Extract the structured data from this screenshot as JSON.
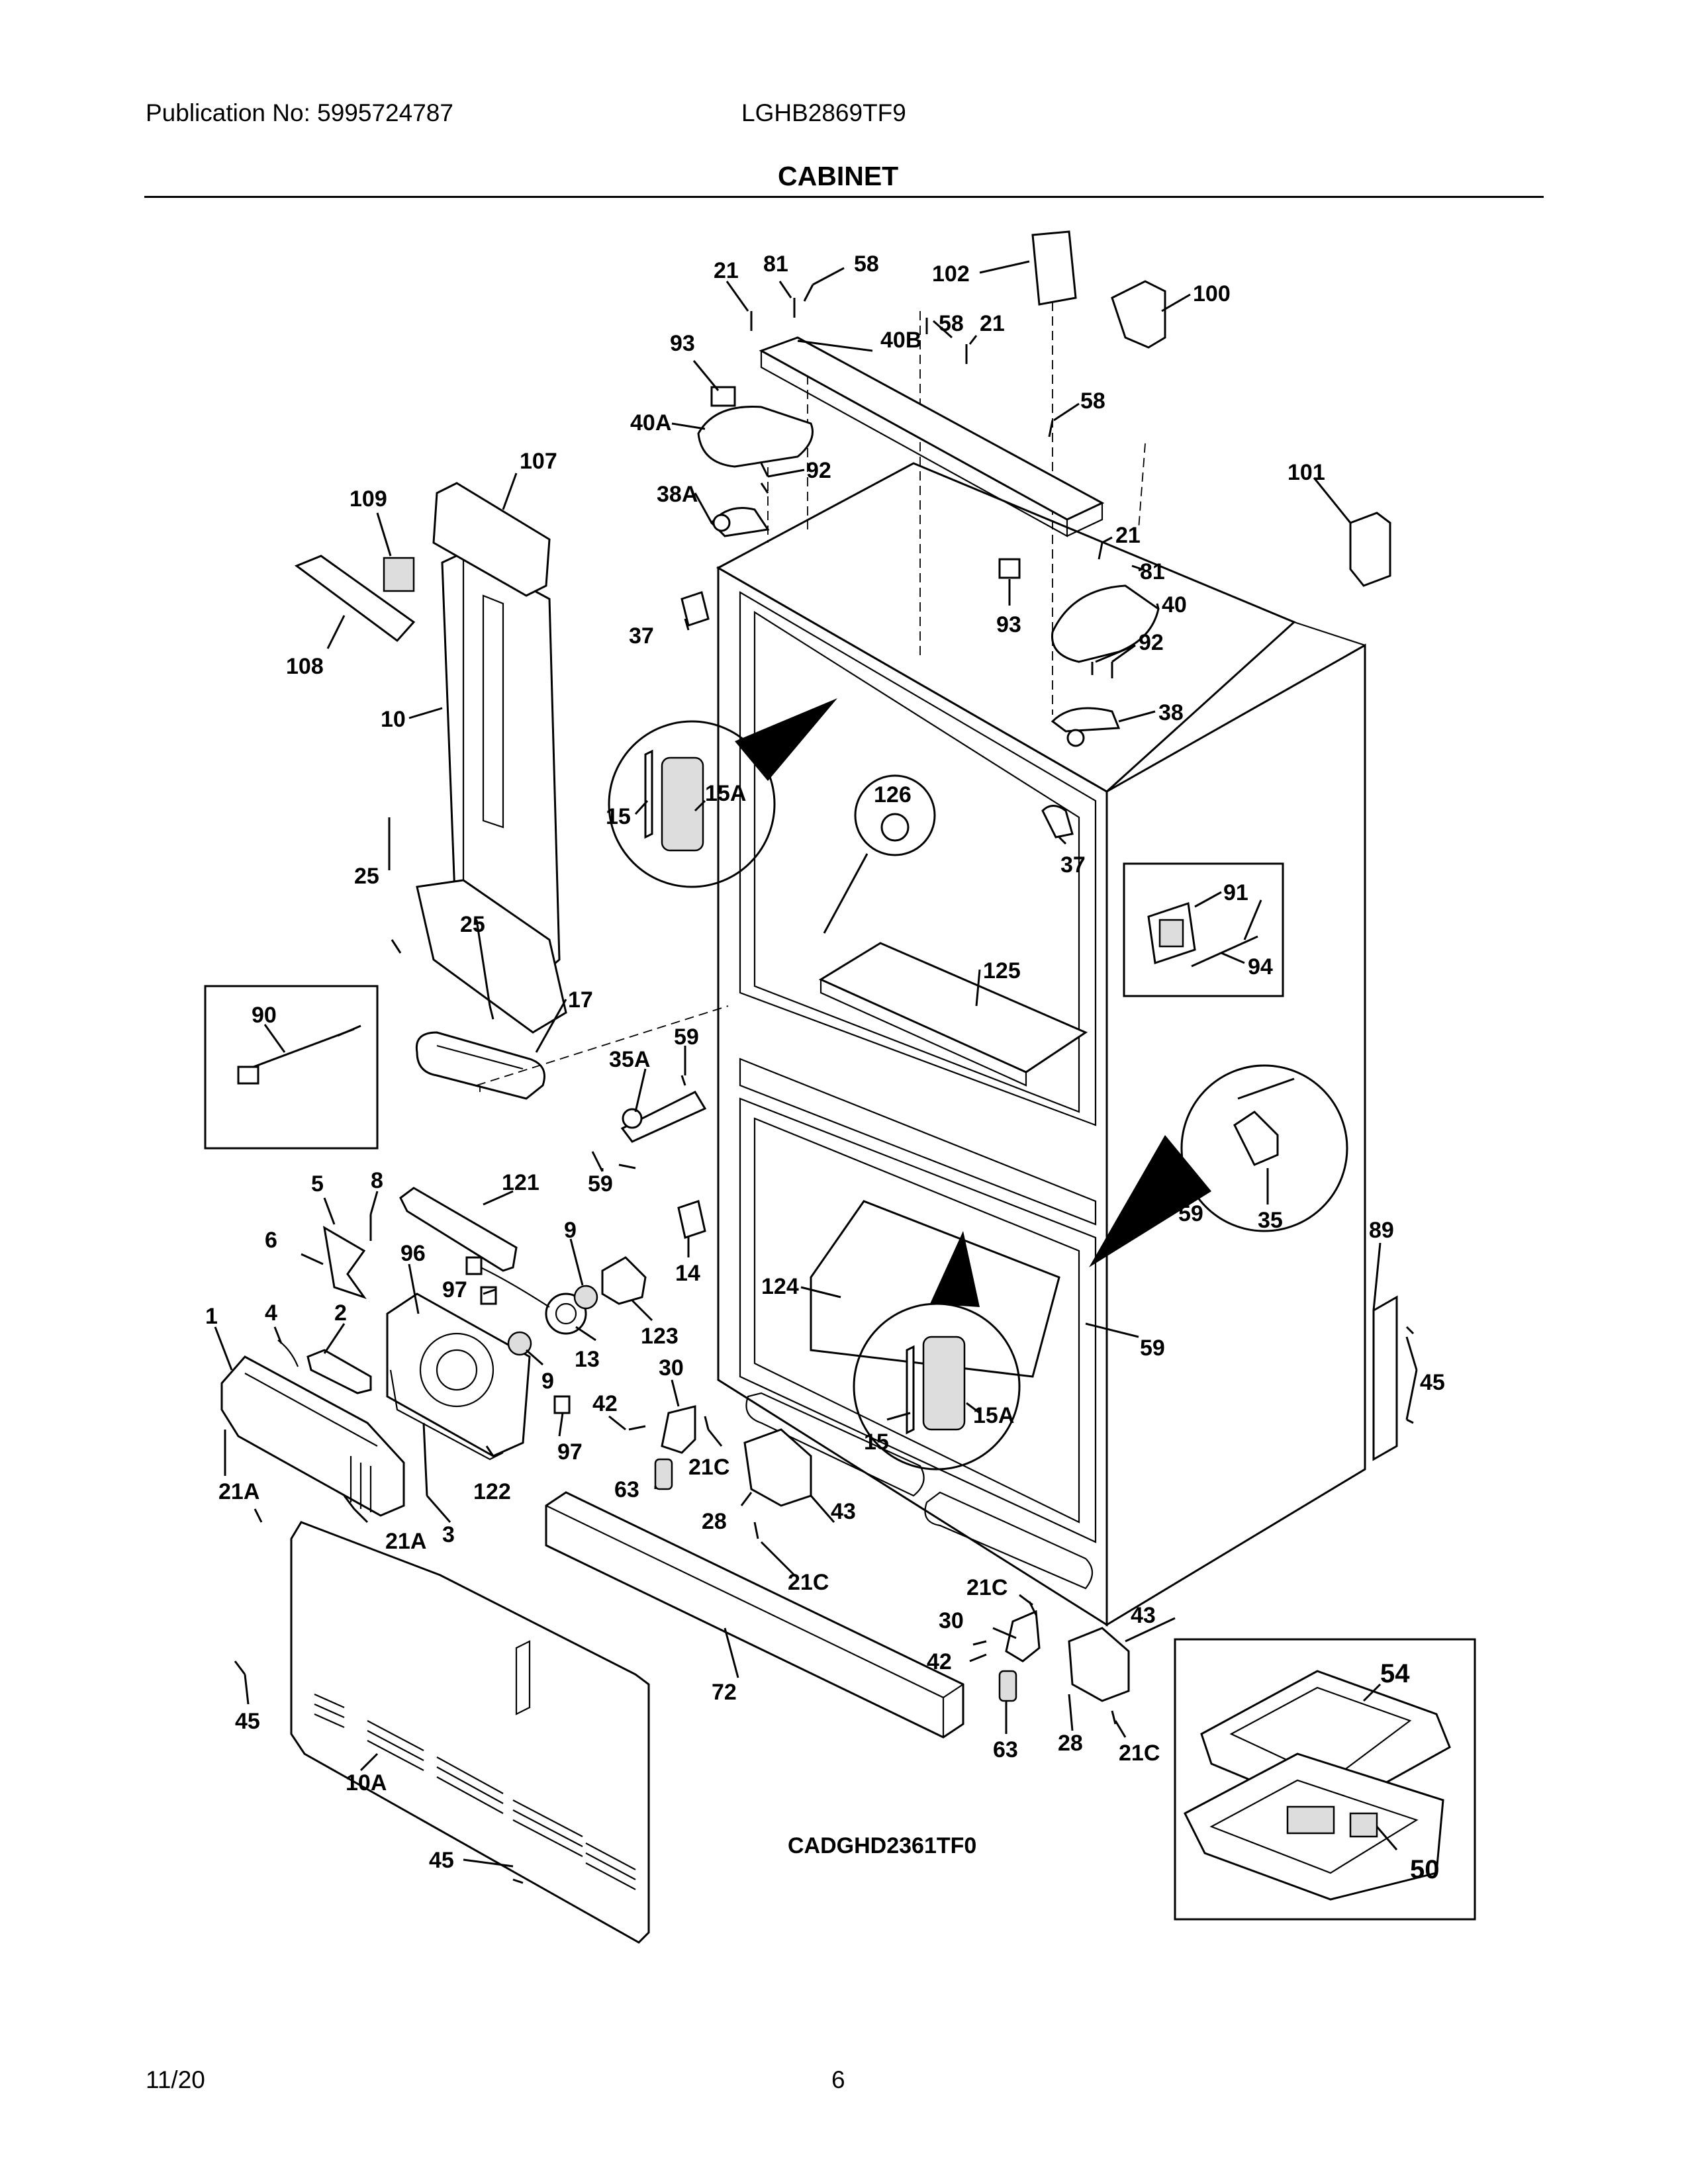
{
  "header": {
    "publication": "Publication No: 5995724787",
    "model": "LGHB2869TF9",
    "section_title": "CABINET"
  },
  "footer": {
    "date": "11/20",
    "page": "6"
  },
  "sub_assembly_code": "CADGHD2361TF0",
  "callouts": {
    "c21a": "21",
    "c81a": "81",
    "c58a": "58",
    "c102": "102",
    "c100": "100",
    "c93a": "93",
    "c40b": "40B",
    "c58b": "58",
    "c21b": "21",
    "c58c": "58",
    "c40a": "40A",
    "c92a": "92",
    "c38a": "38A",
    "c107": "107",
    "c109": "109",
    "c101": "101",
    "c21c": "21",
    "c81b": "81",
    "c37a": "37",
    "c93b": "93",
    "c40": "40",
    "c92b": "92",
    "c108": "108",
    "c38": "38",
    "c10": "10",
    "c15a": "15",
    "c15aa": "15A",
    "c126": "126",
    "c37b": "37",
    "c91": "91",
    "c94": "94",
    "c25a": "25",
    "c25b": "25",
    "c125": "125",
    "c17": "17",
    "c90": "90",
    "c59a": "59",
    "c35a": "35A",
    "c59b": "59",
    "c5": "5",
    "c8": "8",
    "c121": "121",
    "c6": "6",
    "c9a": "9",
    "c96": "96",
    "c14": "14",
    "c124": "124",
    "c59c": "59",
    "c35": "35",
    "c89": "89",
    "c97a": "97",
    "c1": "1",
    "c4": "4",
    "c2": "2",
    "c13": "13",
    "c123": "123",
    "c9b": "9",
    "c59d": "59",
    "c45a": "45",
    "c30a": "30",
    "c42a": "42",
    "c97b": "97",
    "c15b": "15",
    "c15ab": "15A",
    "c21ca": "21C",
    "c63a": "63",
    "c122": "122",
    "c21aa": "21A",
    "c28a": "28",
    "c43a": "43",
    "c21ab": "21A",
    "c3": "3",
    "c21cb": "21C",
    "c21cc": "21C",
    "c30b": "30",
    "c43b": "43",
    "c42b": "42",
    "c54": "54",
    "c28b": "28",
    "c72": "72",
    "c45b": "45",
    "c63b": "63",
    "c21cd": "21C",
    "c10a": "10A",
    "c50": "50",
    "c45c": "45"
  }
}
